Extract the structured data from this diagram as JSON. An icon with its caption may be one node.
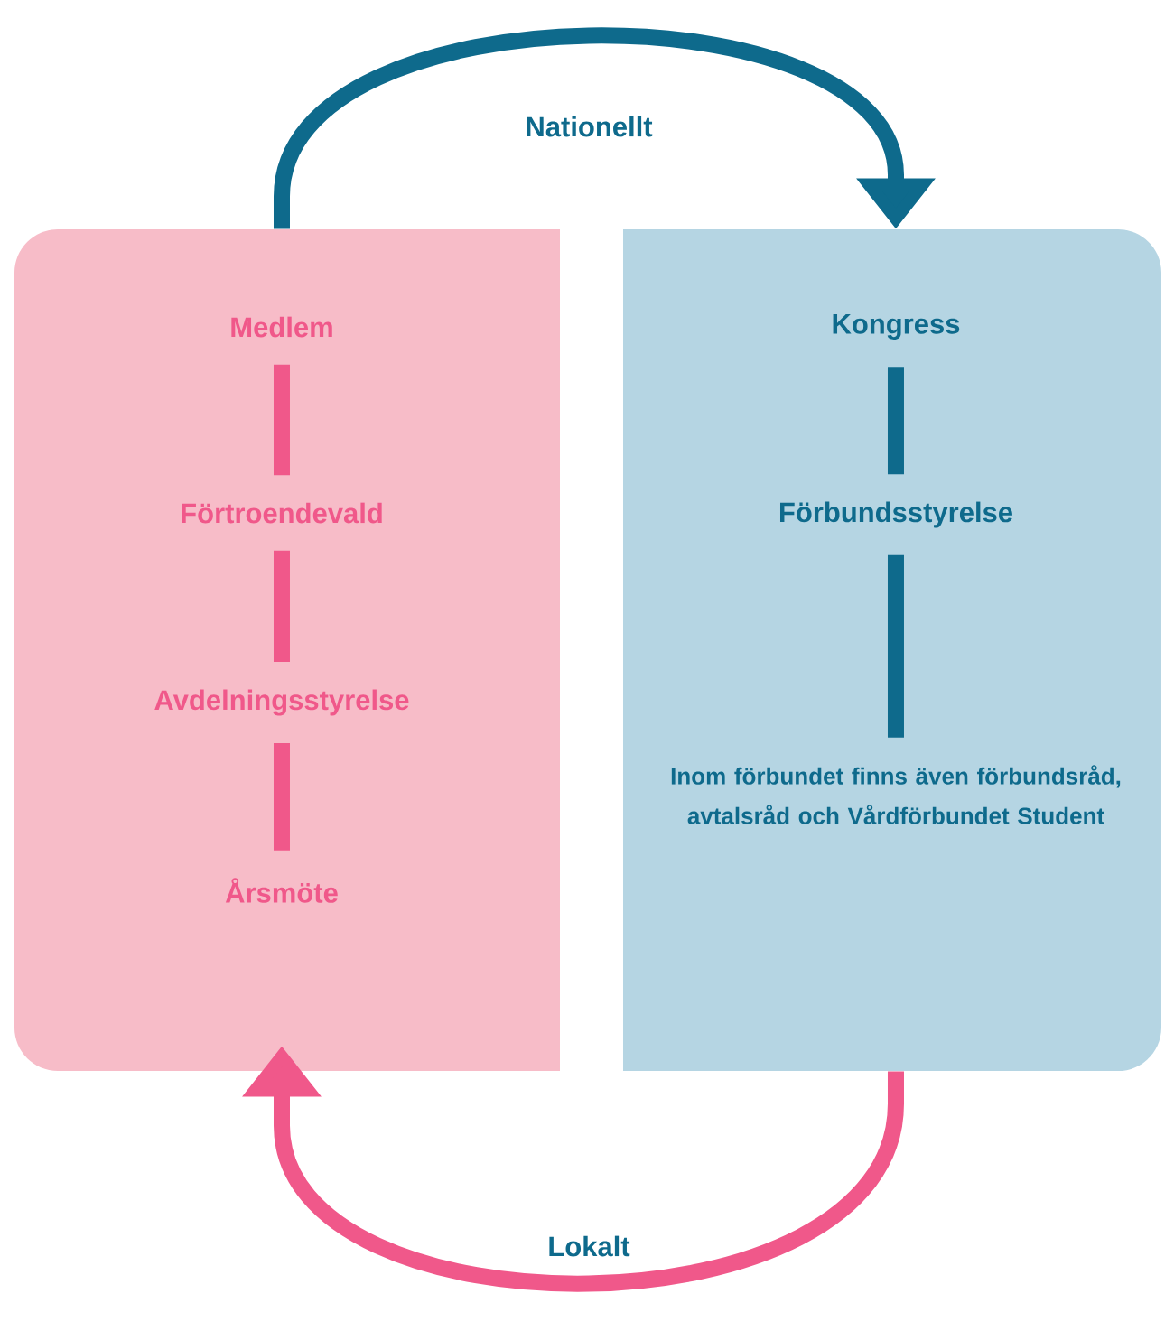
{
  "diagram": {
    "nodes": [
      {
        "text": [],
        "shape": "box"
      },
      {
        "text": [
          "Medlem"
        ],
        "in": 0
      },
      {
        "text": [
          "Förtroendevald"
        ],
        "in": 0
      },
      {
        "text": [
          "Avdelningsstyrelse"
        ],
        "in": 0
      },
      {
        "text": [
          "Årsmöte"
        ],
        "in": 0
      },
      {
        "text": [],
        "shape": "box"
      },
      {
        "text": [
          "Kongress"
        ],
        "in": 5
      },
      {
        "text": [
          "Förbundsstyrelse"
        ],
        "in": 5
      },
      {
        "text": [
          "Inom förbundet finns även förbundsråd, avtalsråd och Vårdförbundet Student"
        ],
        "in": 5
      }
    ],
    "edges": [
      {
        "from": 0,
        "to": 5,
        "arrow": "to",
        "label": "Nationellt",
        "color": "#0e6a8c"
      },
      {
        "from": 5,
        "to": 0,
        "arrow": "to",
        "label": "Lokalt"
      },
      {
        "from": 1,
        "to": 2,
        "arrow": "none"
      },
      {
        "from": 2,
        "to": 3,
        "arrow": "none"
      },
      {
        "from": 3,
        "to": 4,
        "arrow": "none"
      },
      {
        "from": 6,
        "to": 7,
        "arrow": "none",
        "color": "#0e6a8c"
      },
      {
        "from": 7,
        "to": 8,
        "arrow": "none",
        "color": "#0e6a8c"
      }
    ]
  }
}
